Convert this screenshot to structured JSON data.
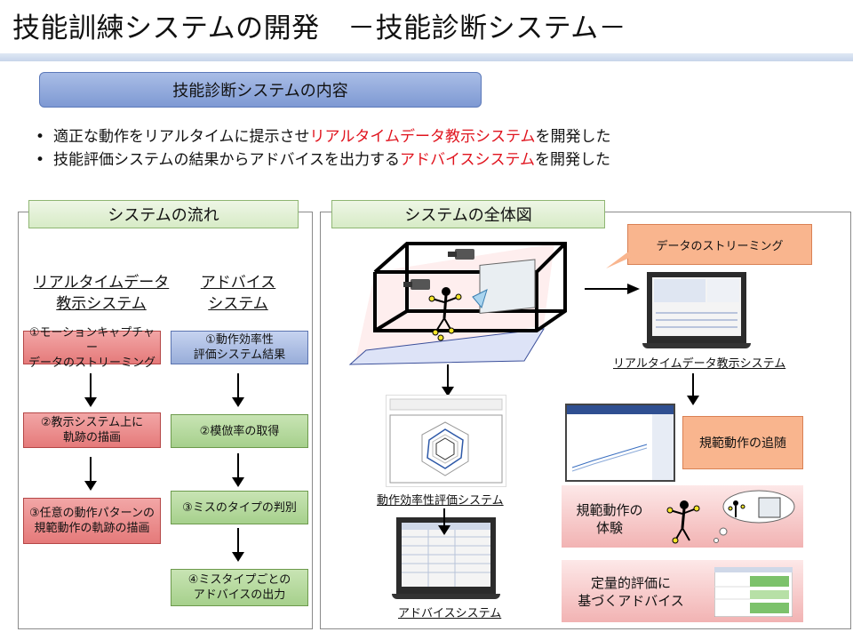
{
  "title": "技能訓練システムの開発　－技能診断システム－",
  "section_heading": "技能診断システムの内容",
  "bullets": [
    {
      "bullet": "•",
      "pre": "適正な動作をリアルタイムに提示させ",
      "highlight": "リアルタイムデータ教示システム",
      "post": "を開発した"
    },
    {
      "bullet": "•",
      "pre": "技能評価システムの結果からアドバイスを出力する",
      "highlight": "アドバイスシステム",
      "post": "を開発した"
    }
  ],
  "flow": {
    "panel_title": "システムの流れ",
    "col1_heading_l1": "リアルタイムデータ",
    "col1_heading_l2": "教示システム",
    "col2_heading_l1": "アドバイス",
    "col2_heading_l2": "システム",
    "col1_steps": [
      {
        "l1": "①モーションキャプチャー",
        "l2": "データのストリーミング"
      },
      {
        "l1": "②教示システム上に",
        "l2": "軌跡の描画"
      },
      {
        "l1": "③任意の動作パターンの",
        "l2": "規範動作の軌跡の描画"
      }
    ],
    "col2_steps": [
      {
        "l1": "①動作効率性",
        "l2": "評価システム結果"
      },
      {
        "l1": "②模倣率の取得",
        "l2": ""
      },
      {
        "l1": "③ミスのタイプの判別",
        "l2": ""
      },
      {
        "l1": "④ミスタイプごとの",
        "l2": "アドバイスの出力"
      }
    ]
  },
  "overview": {
    "panel_title": "システムの全体図",
    "streaming_callout": "データのストリーミング",
    "realtime_caption": "リアルタイムデータ教示システム",
    "efficiency_caption": "動作効率性評価システム",
    "advice_caption": "アドバイスシステム",
    "follow_label": "規範動作の追随",
    "experience_l1": "規範動作の",
    "experience_l2": "体験",
    "quant_l1": "定量的評価に",
    "quant_l2": "基づくアドバイス"
  },
  "colors": {
    "highlight": "#e0141e",
    "pink_box": "#e88080",
    "blue_box": "#a3b6df",
    "green_box": "#acd394",
    "orange_callout": "#f9b58e"
  }
}
